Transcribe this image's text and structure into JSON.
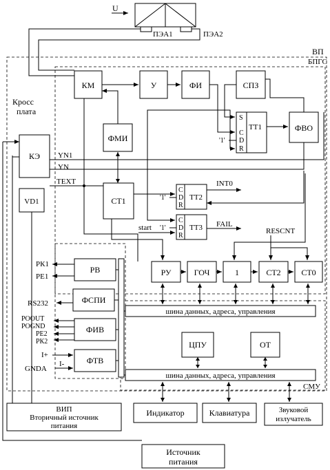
{
  "blocks": {
    "pea1": "ПЭА1",
    "pea2": "ПЭА2",
    "km": "КМ",
    "u": "У",
    "fi": "ФИ",
    "spz": "СПЗ",
    "fmi": "ФМИ",
    "tt1": "ТТ1",
    "fvo": "ФВО",
    "ke": "КЭ",
    "vd1": "VD1",
    "st1": "СТ1",
    "tt2": "ТТ2",
    "tt3": "ТТ3",
    "rv": "РВ",
    "fspi": "ФСПИ",
    "fiv": "ФИВ",
    "ftv": "ФТВ",
    "ru": "РУ",
    "goch": "ГОЧ",
    "one": "1",
    "st2": "СТ2",
    "st0": "СТ0",
    "cpu": "ЦПУ",
    "ot": "ОТ",
    "indicator": "Индикатор",
    "keyboard": "Клавиатура",
    "buzzer_line1": "Звуковой",
    "buzzer_line2": "излучатель",
    "vip_line1": "ВИП",
    "vip_line2": "Вторичный источник",
    "vip_line3": "питания",
    "source_line1": "Источник",
    "source_line2": "питания"
  },
  "regions": {
    "vp": "ВП",
    "bpgs": "БПГС",
    "cross_line1": "Кросс",
    "cross_line2": "плата",
    "smu": "СМУ"
  },
  "buses": {
    "upper": "шина данных, адреса, управления",
    "lower": "шина данных, адреса, управления"
  },
  "signals": {
    "u": "U",
    "yn1": "YN1",
    "yn": "YN",
    "text": "TEXT",
    "int0": "INT0",
    "fail": "FAIL",
    "start": "start",
    "rescnt": "RESCNT",
    "one_q_tt1": "'1'",
    "one_q_tt2": "'1'",
    "one_q_tt3": "'1'",
    "rk1": "РК1",
    "re1": "РЕ1",
    "rs232": "RS232",
    "poout": "POOUT",
    "pognd": "POGND",
    "re2": "РЕ2",
    "rk2": "РК2",
    "i_plus": "I+",
    "i_minus": "I-",
    "gnda": "GNDA"
  },
  "flipflop_pins": {
    "s": "S",
    "c": "C",
    "d": "D",
    "r": "R"
  }
}
